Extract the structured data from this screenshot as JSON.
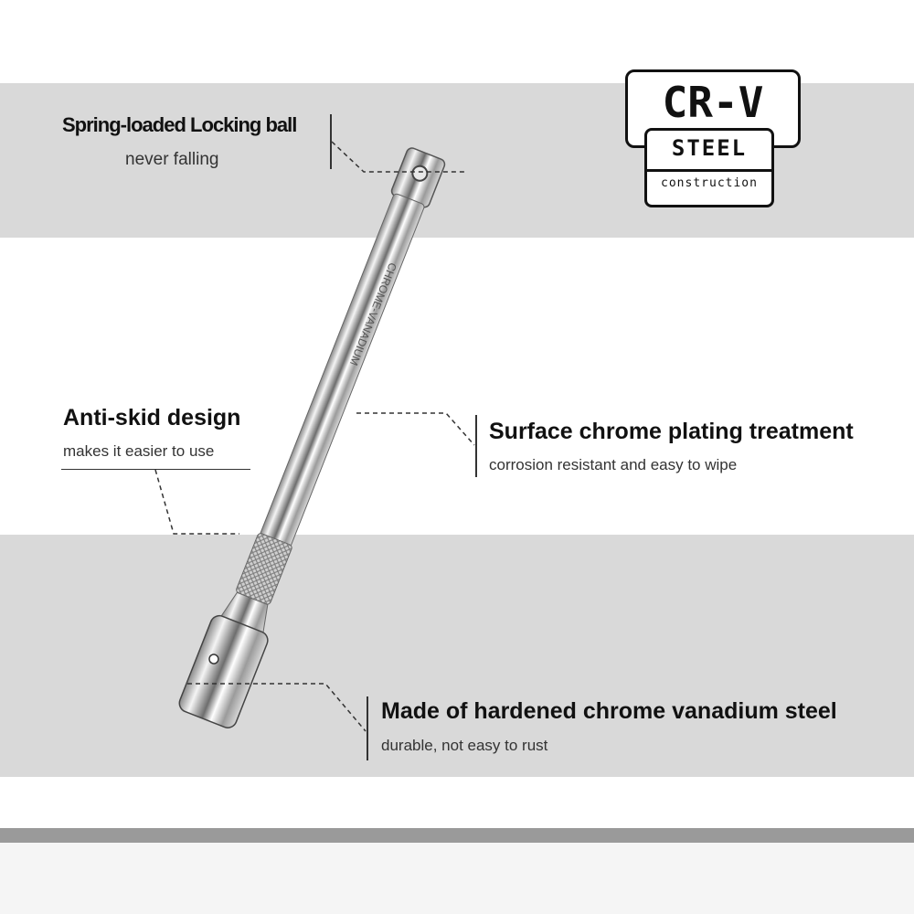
{
  "badge": {
    "main": "CR-V",
    "material": "STEEL",
    "note": "construction"
  },
  "features": [
    {
      "title": "Spring-loaded Locking ball",
      "subtitle": "never falling"
    },
    {
      "title": "Anti-skid design",
      "subtitle": "makes it easier to use"
    },
    {
      "title": "Surface chrome plating treatment",
      "subtitle": "corrosion resistant and easy to wipe"
    },
    {
      "title": "Made of hardened chrome vanadium steel",
      "subtitle": "durable, not easy to rust"
    }
  ],
  "tool": {
    "engraving": "CHROME-VANADIUM"
  },
  "colors": {
    "band": "#d9d9d9",
    "footer": "#9a9a9a",
    "text": "#111111"
  }
}
